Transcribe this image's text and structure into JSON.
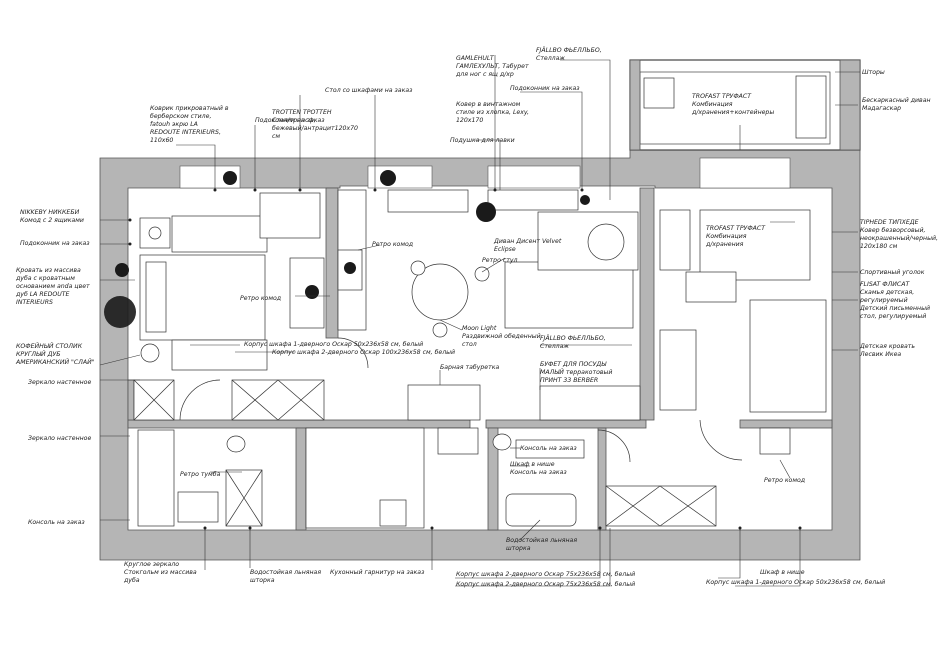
{
  "labels": {
    "rug": [
      "Коврик прикроватный в",
      "берберском стиле,",
      "fatouh экрю LA",
      "REDOUTE INTERIEURS,",
      "110x60"
    ],
    "sill_top_left": "Подоконник на заказ",
    "table_cab": "Стол со шкафами на заказ",
    "trotten": [
      "TROTTEN ТРОТТЕН",
      "Стол/трансф,",
      "бежевый/антрацит120x70",
      "см"
    ],
    "gamlehult": [
      "GAMLEHULT",
      "ГАМЛЕХУЛЬТ, Табурет",
      "для ног с ящ д/хр"
    ],
    "fjallbo_top": [
      "FJÄLLBO ФЬЕЛЛЬБО,",
      "Стеллаж"
    ],
    "sill_top_mid": "Подоконник на заказ",
    "vintage_rug": [
      "Ковер в винтажном",
      "стиле из хлопка, Lexy,",
      "120x170"
    ],
    "bench_cushion": "Подушка для лавки",
    "trofast_balcony": [
      "TROFAST ТРУФАСТ",
      "Комбинация",
      "д/хранения+контейнеры"
    ],
    "curtains": "Шторы",
    "madagascar": [
      "Бескаркасный диван",
      "Мадагаскар"
    ],
    "nikkeby": [
      "NIKKEBY НИККЕБИ",
      "Комод с 2 ящиками"
    ],
    "sill_left": "Подоконник на заказ",
    "bed_oak": [
      "Кровать из массива",
      "дуба с кроватным",
      "основанием anda цвет",
      "дуб LA REDOUTE",
      "INTERIEURS"
    ],
    "coffee_table": [
      "КОФЕЙНЫЙ СТОЛИК",
      "КРУГЛЫЙ ДУБ",
      "АМЕРИКАНСКИЙ \"СЛАЙ\""
    ],
    "mirror_wall_1": "Зеркало настенное",
    "mirror_wall_2": "Зеркало настенное",
    "console_left": "Консоль на заказ",
    "retro_chest_bed": "Ретро комод",
    "retro_chest_mid": "Ретро комод",
    "retro_chair": "Ретро стул",
    "sofa_velvet": [
      "Диван Дисент Velvet",
      "Eclipse"
    ],
    "moonlight": [
      "Moon Light",
      "Раздвижной обеденный",
      "стол"
    ],
    "fjallbo_mid": [
      "FJÄLLBO ФЬЕЛЛЬБО,",
      "Стеллаж"
    ],
    "wardrobe_1door": "Корпус шкафа 1-дверного Оскар 50x236x58 см, белый",
    "wardrobe_2door": "Корпус шкафа 2-дверного Оскар 100x236x58 см, белый",
    "bar_stool": "Барная табуретка",
    "buffet": [
      "БУФЕТ ДЛЯ ПОСУДЫ",
      "МАЛЫЙ терракотовый",
      "ПРИНТ 33 BERBER"
    ],
    "trofast_right": [
      "TROFAST ТРУФАСТ",
      "Комбинация",
      "д/хранения"
    ],
    "tiphede": [
      "TIPHEDE ТИПХЕДЕ",
      "Ковер безворсовый,",
      "неокрашенный/черный,",
      "120x180 см"
    ],
    "sport_corner": "Спортивный уголок",
    "flisat": [
      "FLISAT ФЛИСАТ",
      "Скамья детская,",
      "регулируемый",
      "Детский письменный",
      "стол, регулируемый"
    ],
    "kids_bed": [
      "Детская кровать",
      "Лесвик Икеа"
    ],
    "retro_nightstand": "Ретро тумба",
    "console_right": "Консоль на заказ",
    "shelf_niche": [
      "Шкаф в нише",
      "Консоль на заказ"
    ],
    "retro_chest_right": "Ретро комод",
    "linen_curtain_mid": [
      "Водостойкая льняная",
      "шторка"
    ],
    "round_mirror": [
      "Круглое зеркало",
      "Стокгольм из массива",
      "дуба"
    ],
    "linen_curtain_left": [
      "Водостойкая льняная",
      "шторка"
    ],
    "kitchen": "Кухонный гарнитур на заказ",
    "wardrobe_75a": "Корпус шкафа 2-дверного Оскар 75x236x58 см, белый",
    "wardrobe_75b": "Корпус шкафа 2-дверного Оскар 75x236x58 см, белый",
    "shelf_niche_2": "Шкаф в нише",
    "wardrobe_50_right": "Корпус шкафа 1-дверного Оскар 50x236x58 см, белый"
  }
}
